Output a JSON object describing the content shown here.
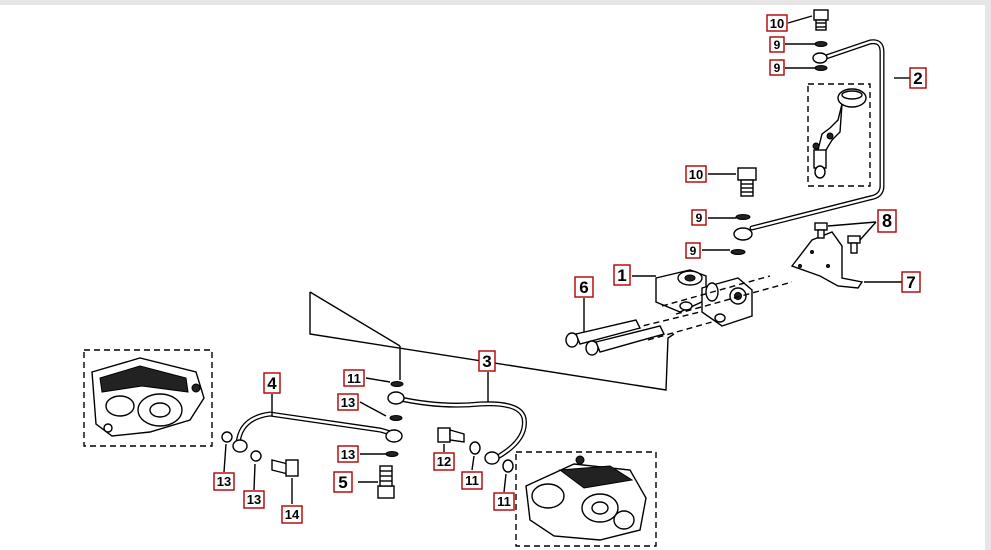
{
  "labels": {
    "l1": "1",
    "l2": "2",
    "l3": "3",
    "l4": "4",
    "l5": "5",
    "l6": "6",
    "l7": "7",
    "l8": "8",
    "l9a": "9",
    "l9b": "9",
    "l9c": "9",
    "l9d": "9",
    "l10a": "10",
    "l10b": "10",
    "l11a": "11",
    "l11b": "11",
    "l11c": "11",
    "l12": "12",
    "l13a": "13",
    "l13b": "13",
    "l13c": "13",
    "l13d": "13",
    "l14": "14"
  }
}
